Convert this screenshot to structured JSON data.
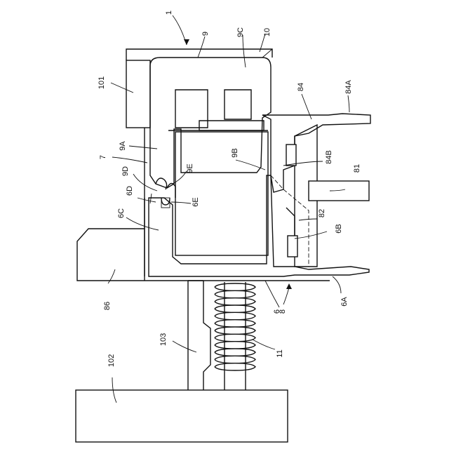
{
  "figure": {
    "labels": {
      "l1": "1",
      "l9": "9",
      "l9C": "9C",
      "l10": "10",
      "l101": "101",
      "l84": "84",
      "l84A": "84A",
      "l9A": "9A",
      "l7": "7",
      "l9B": "9B",
      "l84B": "84B",
      "l9D": "9D",
      "l9E": "9E",
      "l81": "81",
      "l6D": "6D",
      "l6E": "6E",
      "l6C": "6C",
      "l82": "82",
      "l6B": "6B",
      "l86": "86",
      "l8": "8",
      "l6": "6",
      "l6A": "6A",
      "l103": "103",
      "l102": "102",
      "l11": "11"
    }
  }
}
